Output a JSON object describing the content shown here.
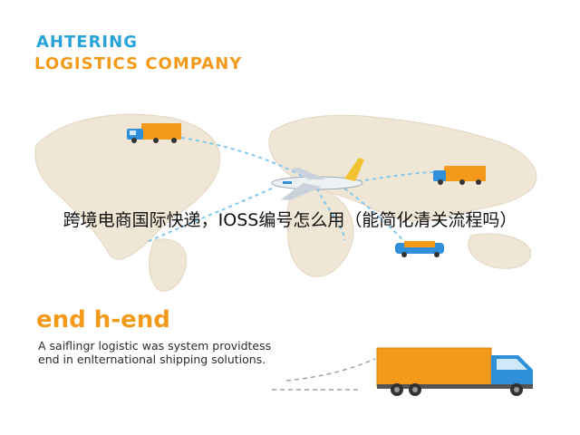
{
  "header": {
    "line1": "AHTERING",
    "line2": "LOGISTICS COMPANY"
  },
  "overlay_caption": "跨境电商国际快递，IOSS编号怎么用（能简化清关流程吗）",
  "section": {
    "heading": "end h-end",
    "description": "A saiflingr logistic was system providtess end in enlternational shipping solutions."
  },
  "colors": {
    "accent_blue": "#2aa3d8",
    "accent_orange": "#f39a1b",
    "truck_cab": "#2f8fd8",
    "map_land": "#efe6d6",
    "route": "#7fc8ef"
  },
  "icons": [
    "world-map",
    "truck-icon",
    "airplane-icon",
    "bus-icon",
    "big-truck-icon"
  ]
}
